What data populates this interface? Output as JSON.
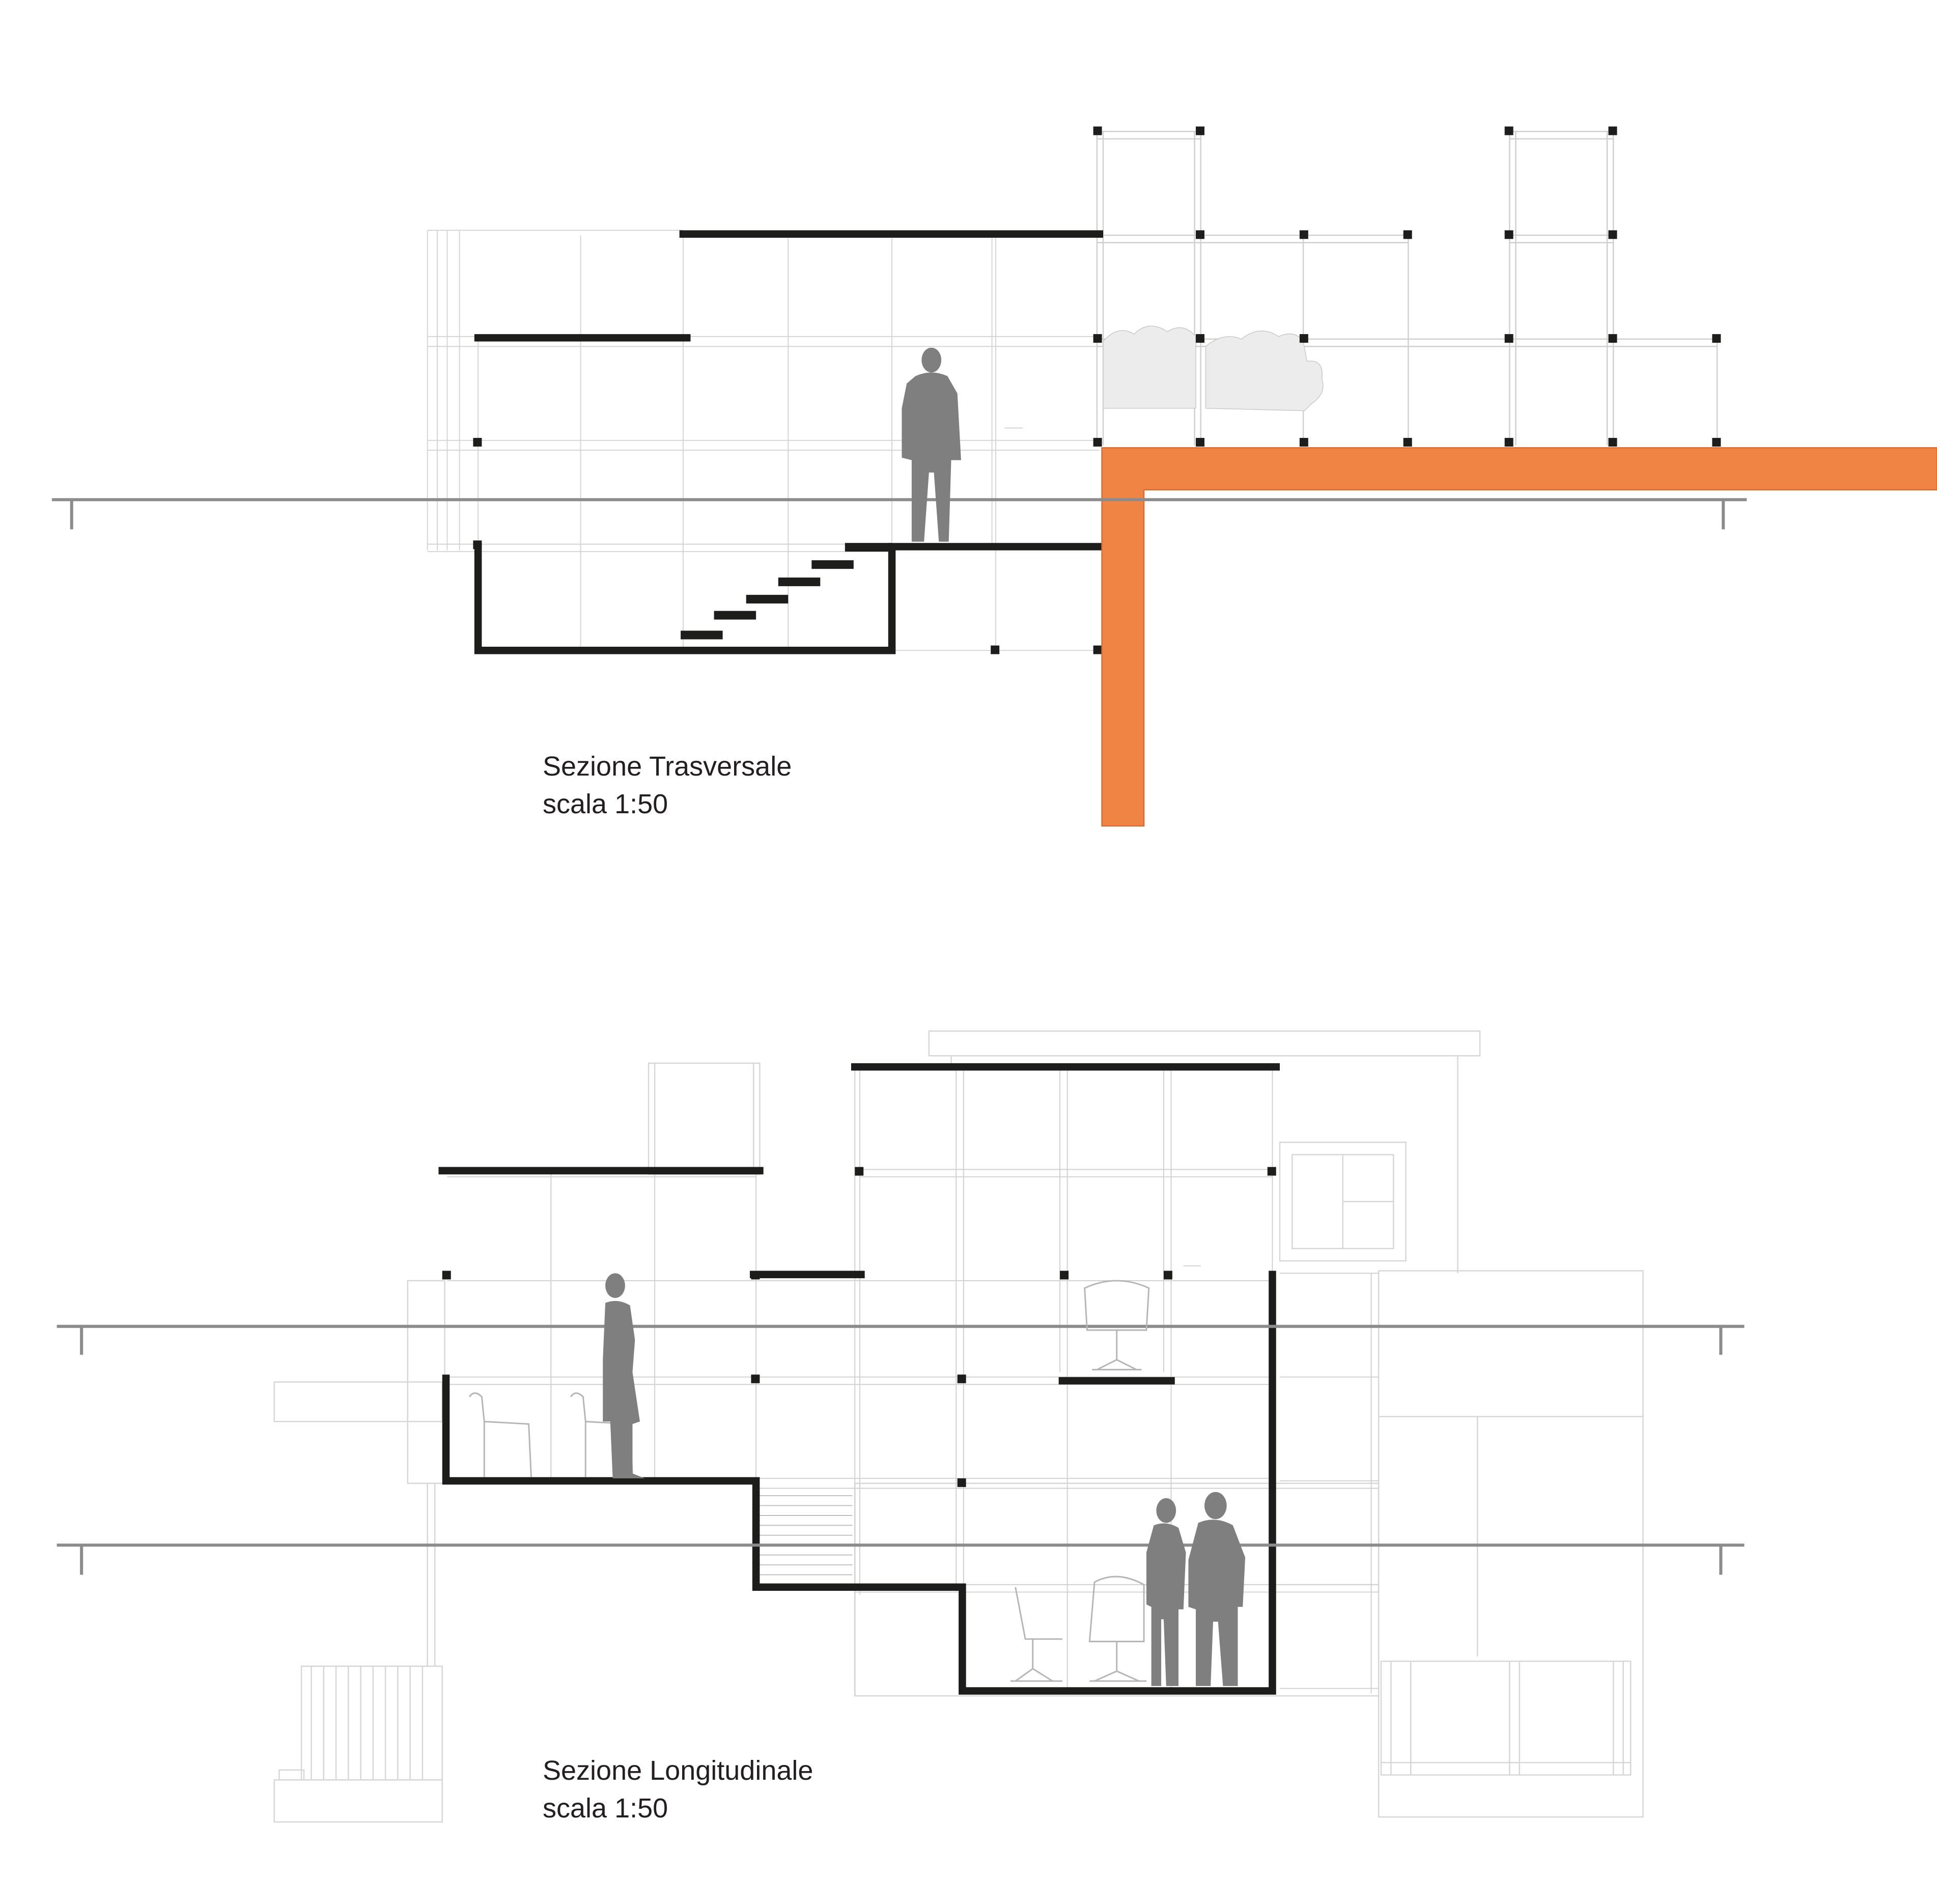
{
  "sections": [
    {
      "id": "transverse",
      "title": "Sezione Trasversale",
      "scale": "scala 1:50"
    },
    {
      "id": "longitudinal",
      "title": "Sezione Longitudinale",
      "scale": "scala 1:50"
    }
  ],
  "colors": {
    "section_cut": "#1d1d1b",
    "grid_line": "#cfcfcf",
    "ground_line": "#8c8c8c",
    "retaining_wall": "#f08445",
    "figure": "#7f7f7f"
  }
}
